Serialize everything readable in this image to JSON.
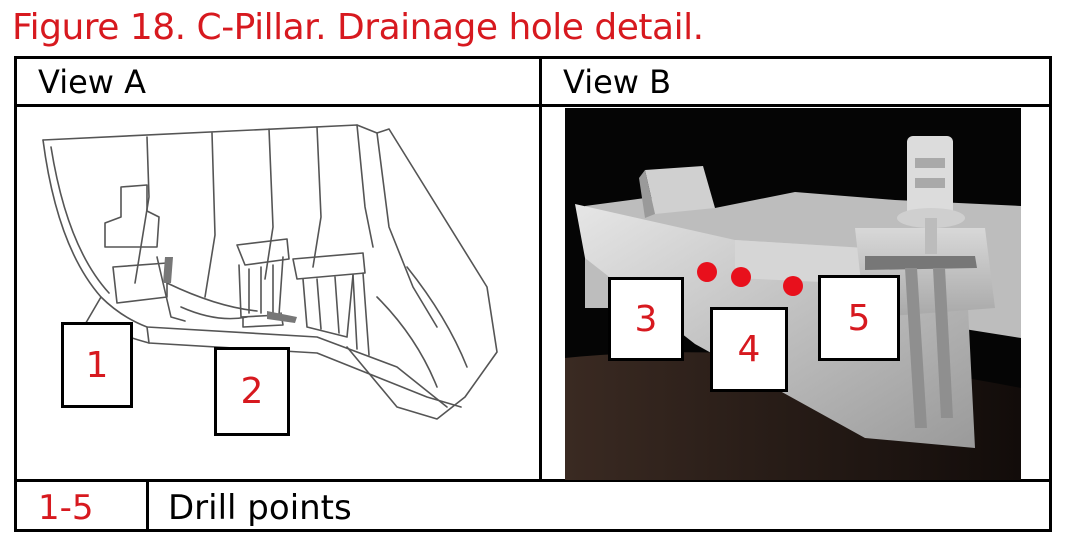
{
  "figure": {
    "title": "Figure 18. C-Pillar. Drainage hole detail."
  },
  "table": {
    "view_a_header": "View A",
    "view_b_header": "View B",
    "legend_key": "1-5",
    "legend_value": "Drill points"
  },
  "callouts": {
    "c1": "1",
    "c2": "2",
    "c3": "3",
    "c4": "4",
    "c5": "5"
  },
  "colors": {
    "accent_red": "#d7191f",
    "photo_bg": "#000000",
    "part_grey": "#c9c9c9"
  }
}
